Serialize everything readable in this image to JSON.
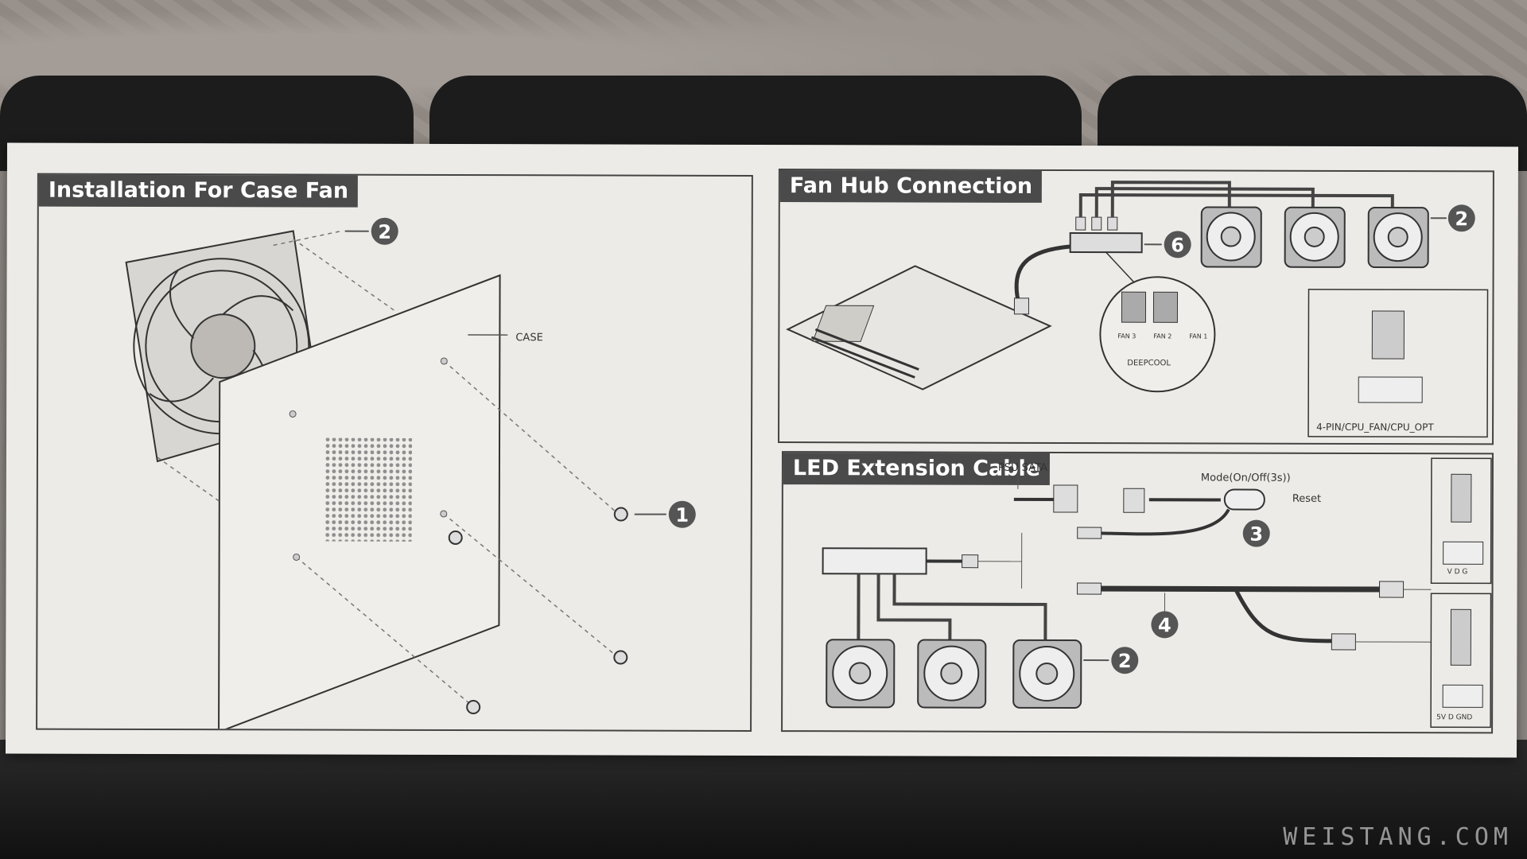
{
  "panels": {
    "case_fan": {
      "title": "Installation For Case Fan",
      "case_label": "CASE",
      "callout_screw": "1",
      "callout_fan": "2"
    },
    "fan_hub": {
      "title": "Fan Hub Connection",
      "callout_hub": "6",
      "callout_fans": "2",
      "port_labels": [
        "FAN 3",
        "FAN 2",
        "FAN 1"
      ],
      "brand": "DEEPCOOL",
      "header_label": "4-PIN/CPU_FAN/CPU_OPT"
    },
    "led_cable": {
      "title": "LED Extension Cable",
      "psu_label": "PSU SATA",
      "mode_label": "Mode(On/Off(3s))",
      "reset_label": "Reset",
      "callout_controller": "3",
      "callout_cable": "4",
      "callout_fans": "2",
      "header_pins_1": "V D G",
      "header_pins_2": "5V D GND"
    }
  },
  "watermark": "WEISTANG.COM",
  "colors": {
    "sheet": "#ecebe7",
    "line": "#444444",
    "title_bg": "#4a4a4a",
    "callout": "#555555"
  }
}
